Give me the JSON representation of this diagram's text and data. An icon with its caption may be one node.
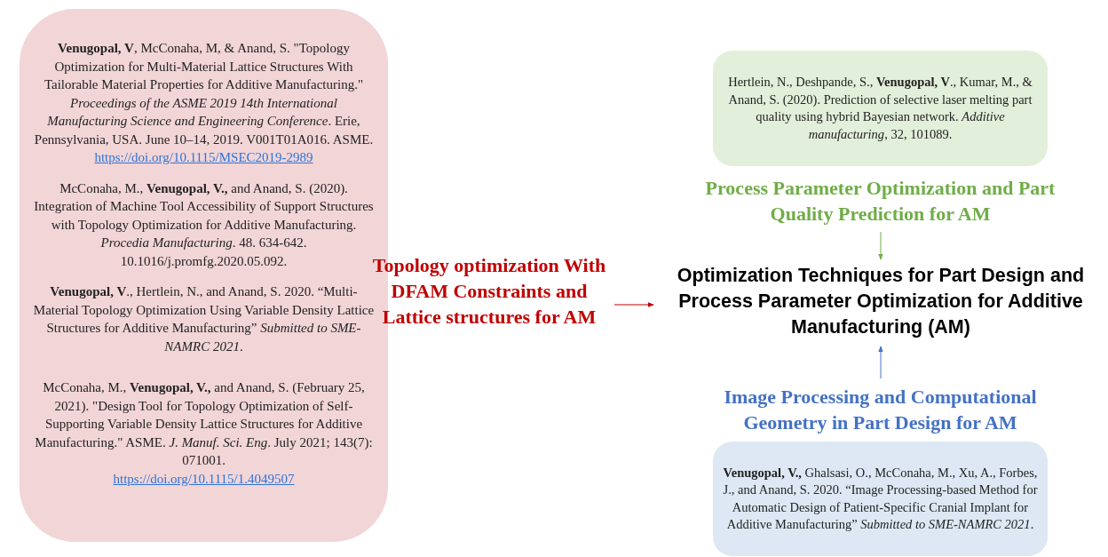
{
  "diagram": {
    "nodes": [
      {
        "text": [
          "**Venugopal, V**, McConaha, M, & Anand, S. \"Topology Optimization for Multi-Material Lattice Structures With Tailorable Material Properties for Additive Manufacturing.\" *Proceedings of the ASME 2019 14th International Manufacturing Science and Engineering Conference*. Erie, Pennsylvania, USA. June 10–14, 2019. V001T01A016. ASME.",
          "https://doi.org/10.1115/MSEC2019-2989",
          "McConaha, M., **Venugopal, V.,** and Anand, S. (2020). Integration of Machine Tool Accessibility of Support Structures with Topology Optimization for Additive Manufacturing. *Procedia Manufacturing*. 48. 634-642. 10.1016/j.promfg.2020.05.092.",
          "**Venugopal, V**., Hertlein, N., and Anand, S. 2020. “Multi-Material Topology Optimization Using Variable Density Lattice Structures for Additive Manufacturing” *Submitted to SME-NAMRC 2021*.",
          "McConaha, M., **Venugopal, V.,** and Anand, S. (February 25, 2021). \"Design Tool for Topology Optimization of Self- Supporting Variable Density Lattice Structures for Additive Manufacturing.\" ASME. *J. Manuf. Sci. Eng*. July 2021; 143(7): 071001.",
          "https://doi.org/10.1115/1.4049507"
        ]
      },
      {
        "text": [
          "Topology optimization With DFAM Constraints and Lattice structures for AM"
        ]
      },
      {
        "text": [
          "Optimization Techniques for Part Design and Process Parameter Optimization for Additive Manufacturing (AM)"
        ]
      },
      {
        "text": [
          "Hertlein, N., Deshpande, S., **Venugopal, V**., Kumar, M., & Anand, S. (2020). Prediction of selective laser melting part quality using hybrid Bayesian network. *Additive manufacturing*, 32, 101089.",
          "Process Parameter Optimization and Part Quality Prediction for AM"
        ]
      },
      {
        "text": [
          "Image Processing and Computational Geometry in Part Design for AM",
          "**Venugopal, V.,** Ghalsasi, O., McConaha, M., Xu, A., Forbes, J., and Anand, S. 2020. “Image Processing-based Method for Automatic Design of Patient-Specific Cranial Implant for Additive Manufacturing” *Submitted to SME-NAMRC 2021*."
        ]
      }
    ],
    "edges": [
      {
        "from": 1,
        "to": 2,
        "arrow": "to",
        "color": "#c00000"
      },
      {
        "from": 3,
        "to": 2,
        "arrow": "to",
        "color": "#70ad47"
      },
      {
        "from": 4,
        "to": 2,
        "arrow": "to",
        "color": "#4472c4"
      }
    ]
  }
}
